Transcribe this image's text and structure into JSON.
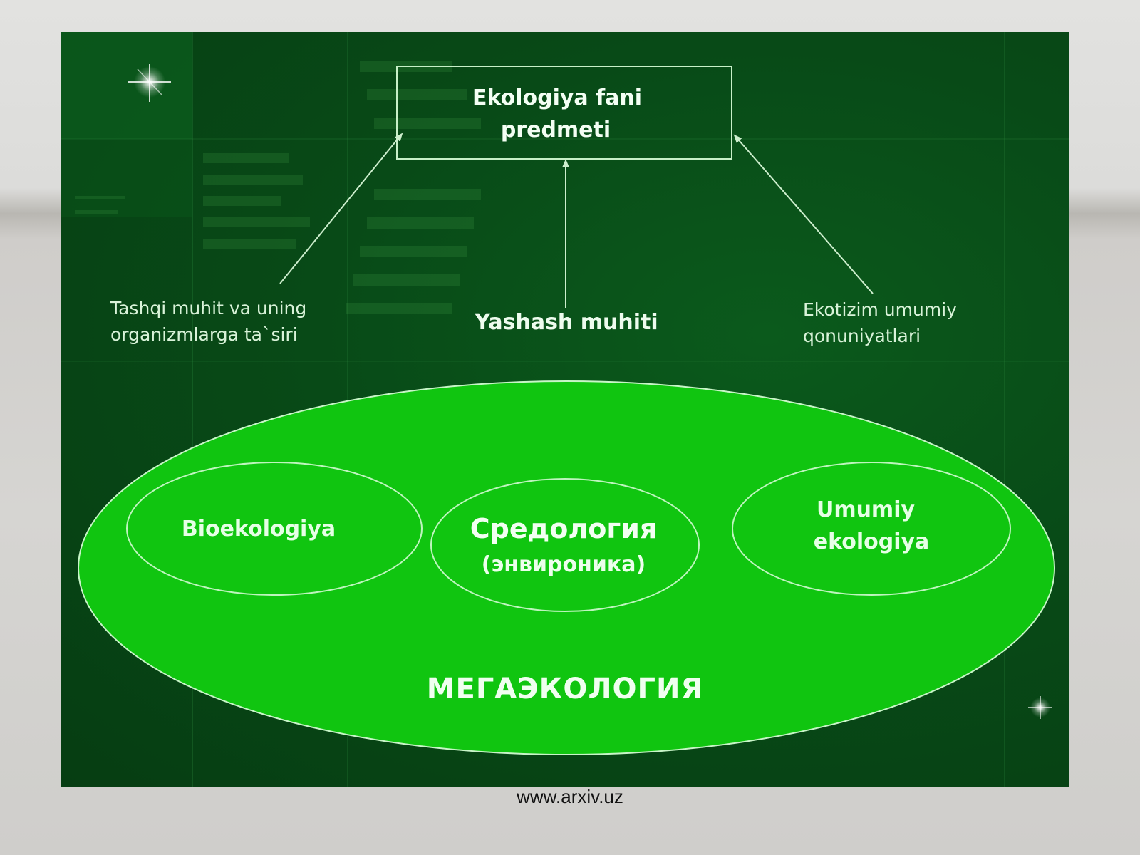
{
  "colors": {
    "slide_background": "#084a17",
    "ellipse_fill": "#0fc70f",
    "outline": "#c8f0c8",
    "text_light": "#eafbea"
  },
  "diagram": {
    "top_box": {
      "line1": "Ekologiya fani",
      "line2": "predmeti"
    },
    "left_label": {
      "line1": "Tashqi muhit va uning",
      "line2": "organizmlarga ta`siri"
    },
    "middle_label": "Yashash muhiti",
    "right_label": {
      "line1": "Ekotizim umumiy",
      "line2": "qonuniyatlari"
    },
    "big_ellipse": {
      "label": "МЕГАЭКОЛОГИЯ",
      "inner": {
        "left": "Bioekologiya",
        "center_main": "Средология",
        "center_sub": "(энвироника)",
        "right_line1": "Umumiy",
        "right_line2": "ekologiya"
      }
    }
  },
  "footer": "www.arxiv.uz"
}
